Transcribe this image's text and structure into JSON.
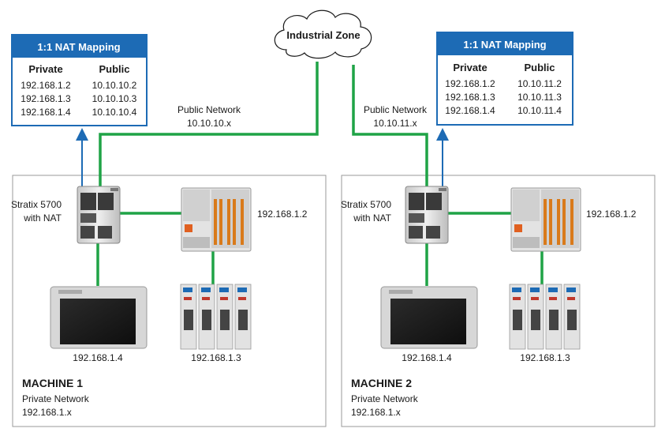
{
  "cloud": {
    "label": "Industrial Zone"
  },
  "nat_tables": [
    {
      "title": "1:1 NAT Mapping",
      "col_private": "Private",
      "col_public": "Public",
      "rows": [
        {
          "private": "192.168.1.2",
          "public": "10.10.10.2"
        },
        {
          "private": "192.168.1.3",
          "public": "10.10.10.3"
        },
        {
          "private": "192.168.1.4",
          "public": "10.10.10.4"
        }
      ]
    },
    {
      "title": "1:1 NAT Mapping",
      "col_private": "Private",
      "col_public": "Public",
      "rows": [
        {
          "private": "192.168.1.2",
          "public": "10.10.11.2"
        },
        {
          "private": "192.168.1.3",
          "public": "10.10.11.3"
        },
        {
          "private": "192.168.1.4",
          "public": "10.10.11.4"
        }
      ]
    }
  ],
  "machines": [
    {
      "public_network_label": "Public Network",
      "public_network_addr": "10.10.10.x",
      "switch_line1": "Stratix 5700",
      "switch_line2": "with NAT",
      "controller_ip": "192.168.1.2",
      "hmi_ip": "192.168.1.4",
      "drives_ip": "192.168.1.3",
      "title": "MACHINE 1",
      "private_network_label": "Private Network",
      "private_network_addr": "192.168.1.x"
    },
    {
      "public_network_label": "Public Network",
      "public_network_addr": "10.10.11.x",
      "switch_line1": "Stratix 5700",
      "switch_line2": "with NAT",
      "controller_ip": "192.168.1.2",
      "hmi_ip": "192.168.1.4",
      "drives_ip": "192.168.1.3",
      "title": "MACHINE 2",
      "private_network_label": "Private Network",
      "private_network_addr": "192.168.1.x"
    }
  ],
  "colors": {
    "link_green": "#1fa346",
    "nat_blue": "#1d6bb5",
    "table_border": "#1d6bb5",
    "machine_border": "#9a9a9a"
  }
}
